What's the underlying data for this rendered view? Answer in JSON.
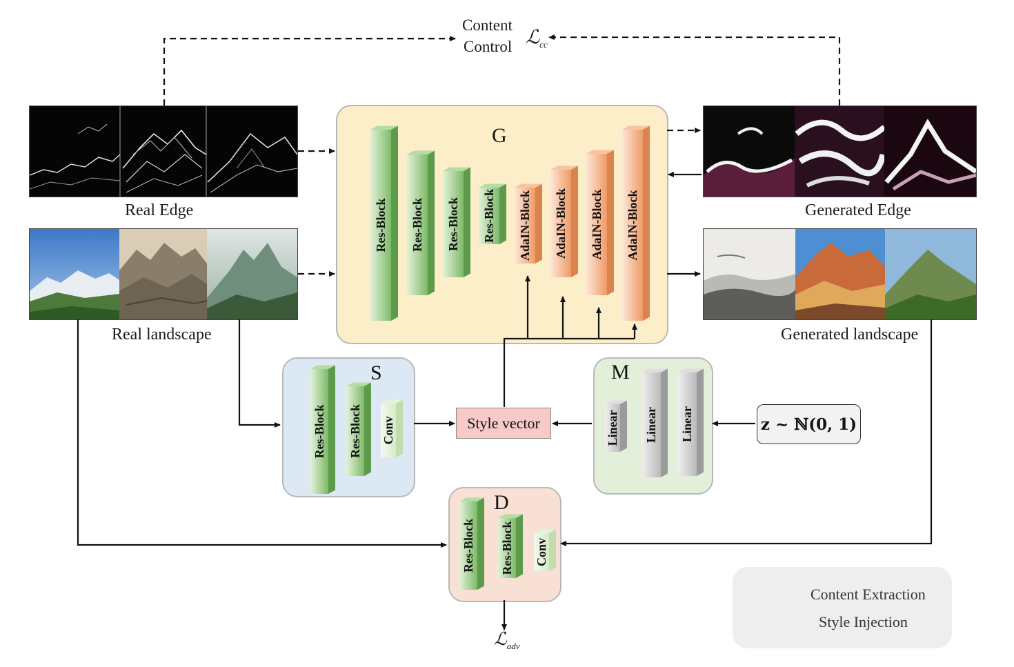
{
  "top_loss": {
    "line1": "Content",
    "line2": "Control",
    "symbol": "ℒ",
    "sub": "cc"
  },
  "labels": {
    "real_edge": "Real Edge",
    "real_landscape": "Real landscape",
    "generated_edge": "Generated Edge",
    "generated_landscape": "Generated landscape"
  },
  "generator": {
    "title": "G",
    "blocks": [
      "Res-Block",
      "Res-Block",
      "Res-Block",
      "Res-Block",
      "AdaIN-Block",
      "AdaIN-Block",
      "AdaIN-Block",
      "AdaIN-Block"
    ]
  },
  "style_encoder": {
    "title": "S",
    "blocks": [
      "Res-Block",
      "Res-Block",
      "Conv"
    ]
  },
  "mapping": {
    "title": "M",
    "blocks": [
      "Linear",
      "Linear",
      "Linear"
    ]
  },
  "discriminator": {
    "title": "D",
    "blocks": [
      "Res-Block",
      "Res-Block",
      "Conv"
    ]
  },
  "style_vector": "Style vector",
  "noise": "z ~ ℕ(0, 1)",
  "adv_loss": {
    "symbol": "ℒ",
    "sub": "adv"
  },
  "legend": {
    "dashed": "Content Extraction",
    "solid": "Style Injection"
  },
  "colors": {
    "generator_bg": "#fbeec8",
    "style_bg": "#dde8f5",
    "mapping_bg": "#e3efd8",
    "disc_bg": "#f9e0d4",
    "style_vector_bg": "#f8c9c9",
    "green_block": "#7dbb68",
    "orange_block": "#f0a070",
    "gray_block": "#c8c8c8"
  }
}
